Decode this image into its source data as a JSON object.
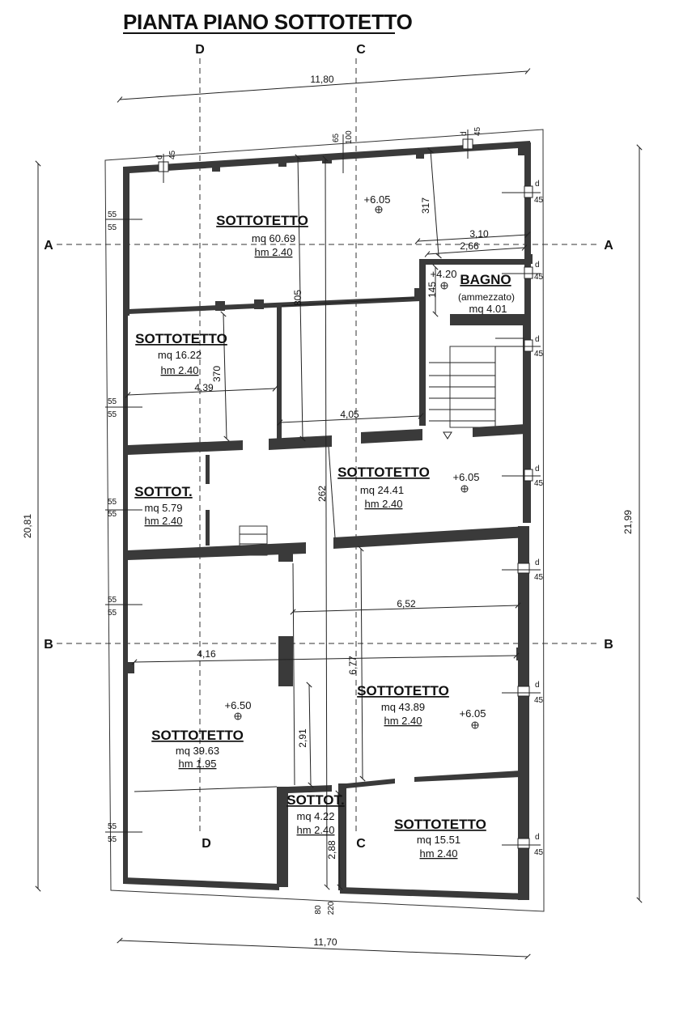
{
  "title": "PIANTA PIANO SOTTOTETTO",
  "section_labels": {
    "a": "A",
    "b": "B",
    "c": "C",
    "d": "D"
  },
  "dimensions": {
    "top_width": "11,80",
    "bottom_width": "11,70",
    "left_height": "20,81",
    "right_height": "21,99",
    "d_805": "805",
    "d_317": "317",
    "d_310": "3,10",
    "d_266": "2,66",
    "d_145": "145",
    "d_439": "4,39",
    "d_370": "370",
    "d_405": "4,05",
    "d_262": "262",
    "d_652": "6,52",
    "d_416": "4,16",
    "d_677": "6,77",
    "d_291": "2,91",
    "d_288": "2,88",
    "d_80": "80",
    "d_220": "220",
    "d_65": "65",
    "d_100": "100"
  },
  "window_marks": {
    "d": "d",
    "n45": "45",
    "n55": "55"
  },
  "levels": {
    "l1": "+6.05",
    "l2": "+4.20",
    "l3": "+6.05",
    "l4": "+6.50",
    "l5": "+6.05"
  },
  "rooms": [
    {
      "name": "SOTTOTETTO",
      "area": "mq 60.69",
      "height": "hm 2.40"
    },
    {
      "name": "BAGNO",
      "note": "(ammezzato)",
      "area": "mq 4.01"
    },
    {
      "name": "SOTTOTETTO",
      "area": "mq 16.22",
      "height": "hm 2.40"
    },
    {
      "name": "SOTTOTETTO",
      "area": "mq 24.41",
      "height": "hm 2.40"
    },
    {
      "name": "SOTTOT.",
      "area": "mq 5.79",
      "height": "hm 2.40"
    },
    {
      "name": "SOTTOTETTO",
      "area": "mq 43.89",
      "height": "hm 2.40"
    },
    {
      "name": "SOTTOTETTO",
      "area": "mq 39.63",
      "height": "hm 1.95"
    },
    {
      "name": "SOTTOT.",
      "area": "mq 4.22",
      "height": "hm 2.40"
    },
    {
      "name": "SOTTOTETTO",
      "area": "mq 15.51",
      "height": "hm 2.40"
    }
  ]
}
